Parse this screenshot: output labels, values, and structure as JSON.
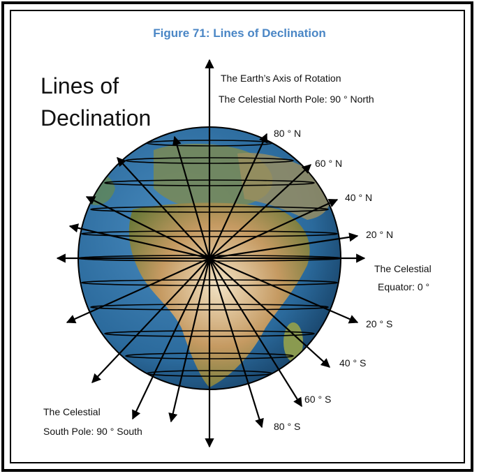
{
  "figure": {
    "caption": "Figure 71: Lines of Declination",
    "title_line1": "Lines of",
    "title_line2": "Declination"
  },
  "labels": {
    "axis_line1": "The Earth’s Axis of Rotation",
    "axis_line2": "The Celestial North Pole: 90 ° North",
    "n80": "80 ° N",
    "n60": "60 ° N",
    "n40": "40 ° N",
    "n20": "20 ° N",
    "equator_line1": "The Celestial",
    "equator_line2": "Equator: 0 °",
    "s20": "20 ° S",
    "s40": "40 ° S",
    "s60": "60 ° S",
    "s80": "80 ° S",
    "south_line1": "The Celestial",
    "south_line2": "South Pole: 90 ° South"
  },
  "colors": {
    "caption": "#4a86c5",
    "ocean": "#2b6a9c",
    "land": "#b08a55",
    "lines": "#000000"
  }
}
